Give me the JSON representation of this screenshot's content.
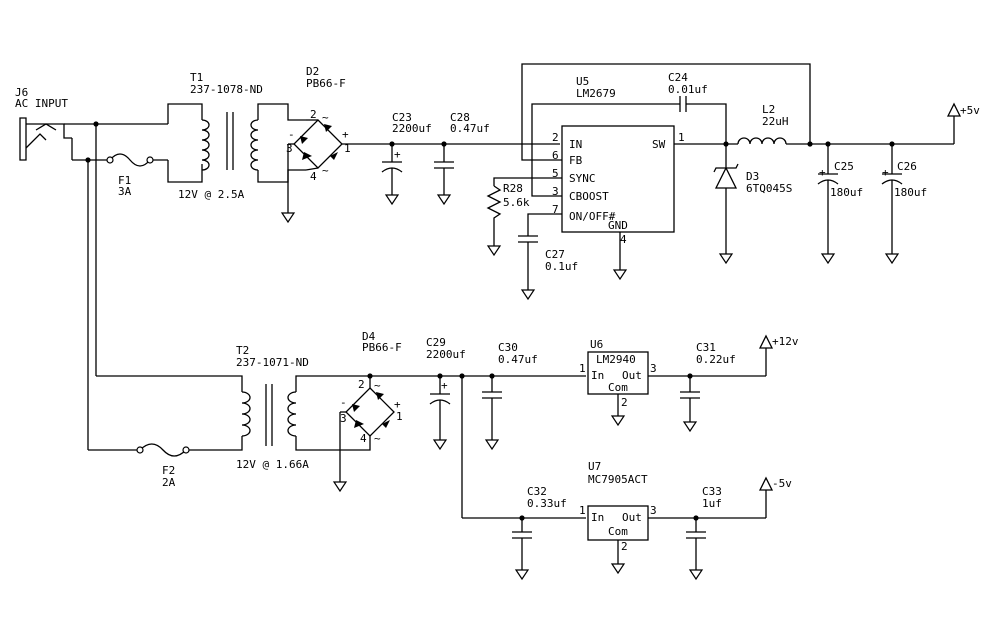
{
  "schematic": {
    "j6": {
      "ref": "J6",
      "value": "AC INPUT"
    },
    "t1": {
      "ref": "T1",
      "part": "237-1078-ND",
      "rating": "12V @ 2.5A"
    },
    "t2": {
      "ref": "T2",
      "part": "237-1071-ND",
      "rating": "12V @ 1.66A"
    },
    "f1": {
      "ref": "F1",
      "value": "3A"
    },
    "f2": {
      "ref": "F2",
      "value": "2A"
    },
    "d2": {
      "ref": "D2",
      "part": "PB66-F",
      "pins": [
        "2",
        "1",
        "3",
        "4"
      ]
    },
    "d4": {
      "ref": "D4",
      "part": "PB66-F",
      "pins": [
        "2",
        "1",
        "3",
        "4"
      ]
    },
    "bridge_symbols": {
      "ac": "~",
      "plus": "+",
      "minus": "-"
    },
    "c23": {
      "ref": "C23",
      "value": "2200uf"
    },
    "c28": {
      "ref": "C28",
      "value": "0.47uf"
    },
    "c24": {
      "ref": "C24",
      "value": "0.01uf"
    },
    "c25": {
      "ref": "C25",
      "value": "180uf"
    },
    "c26": {
      "ref": "C26",
      "value": "180uf"
    },
    "c27": {
      "ref": "C27",
      "value": "0.1uf"
    },
    "c29": {
      "ref": "C29",
      "value": "2200uf"
    },
    "c30": {
      "ref": "C30",
      "value": "0.47uf"
    },
    "c31": {
      "ref": "C31",
      "value": "0.22uf"
    },
    "c32": {
      "ref": "C32",
      "value": "0.33uf"
    },
    "c33": {
      "ref": "C33",
      "value": "1uf"
    },
    "r28": {
      "ref": "R28",
      "value": "5.6k"
    },
    "l2": {
      "ref": "L2",
      "value": "22uH"
    },
    "d3": {
      "ref": "D3",
      "part": "6TQ045S"
    },
    "u5": {
      "ref": "U5",
      "part": "LM2679",
      "pins": {
        "in": "IN",
        "fb": "FB",
        "sync": "SYNC",
        "cboost": "CBOOST",
        "onoff": "ON/OFF#",
        "sw": "SW",
        "gnd": "GND"
      },
      "pin_numbers": {
        "in": "2",
        "fb": "6",
        "sync": "5",
        "cboost": "3",
        "onoff": "7",
        "sw": "1",
        "gnd": "4"
      }
    },
    "u6": {
      "ref": "U6",
      "part": "LM2940",
      "pins": {
        "in": "In",
        "out": "Out",
        "com": "Com"
      },
      "pin_numbers": {
        "in": "1",
        "out": "3",
        "com": "2"
      }
    },
    "u7": {
      "ref": "U7",
      "part": "MC7905ACT",
      "pins": {
        "in": "In",
        "out": "Out",
        "com": "Com"
      },
      "pin_numbers": {
        "in": "1",
        "out": "3",
        "com": "2"
      }
    },
    "rails": {
      "plus5": "+5v",
      "plus12": "+12v",
      "minus5": "-5v"
    },
    "polarity_mark": "+"
  }
}
